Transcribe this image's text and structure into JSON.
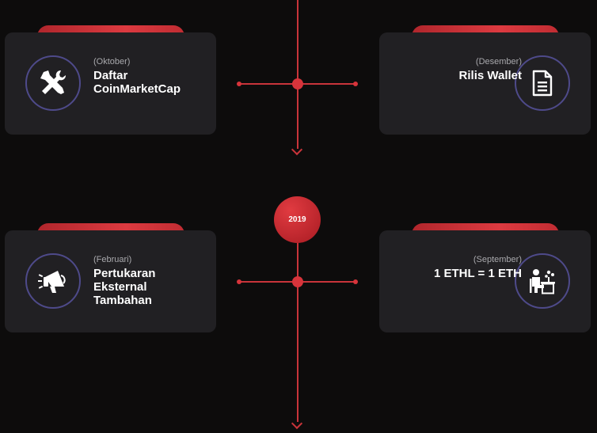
{
  "timeline": {
    "year_label": "2019",
    "events": [
      {
        "month": "(Oktober)",
        "title_lines": [
          "Daftar",
          "CoinMarketCap"
        ],
        "icon": "tools-icon",
        "side": "left"
      },
      {
        "month": "(Desember)",
        "title_lines": [
          "Rilis Wallet"
        ],
        "icon": "document-icon",
        "side": "right"
      },
      {
        "month": "(Februari)",
        "title_lines": [
          "Pertukaran",
          "Eksternal",
          "Tambahan"
        ],
        "icon": "megaphone-icon",
        "side": "left"
      },
      {
        "month": "(September)",
        "title_lines": [
          "1 ETHL = 1 ETH"
        ],
        "icon": "trader-desk-icon",
        "side": "right"
      }
    ]
  },
  "colors": {
    "background": "#0d0c0c",
    "card": "#212023",
    "accent_red": "#d7343b",
    "icon_ring": "#4e4a8a"
  }
}
